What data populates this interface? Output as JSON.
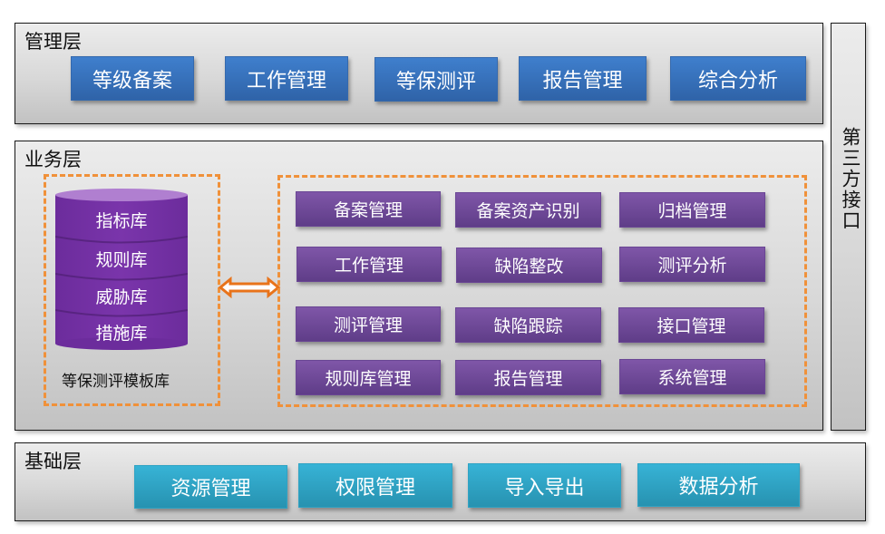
{
  "management_layer": {
    "title": "管理层",
    "buttons": [
      "等级备案",
      "工作管理",
      "等保测评",
      "报告管理",
      "综合分析"
    ]
  },
  "business_layer": {
    "title": "业务层",
    "template_library": {
      "caption": "等保测评模板库",
      "databases": [
        "指标库",
        "规则库",
        "威胁库",
        "措施库"
      ]
    },
    "modules": [
      [
        "备案管理",
        "备案资产识别",
        "归档管理"
      ],
      [
        "工作管理",
        "缺陷整改",
        "测评分析"
      ],
      [
        "测评管理",
        "缺陷跟踪",
        "接口管理"
      ],
      [
        "规则库管理",
        "报告管理",
        "系统管理"
      ]
    ]
  },
  "foundation_layer": {
    "title": "基础层",
    "buttons": [
      "资源管理",
      "权限管理",
      "导入导出",
      "数据分析"
    ]
  },
  "third_party": {
    "title": "第三方接口"
  },
  "colors": {
    "management_blue": "#3a74c0",
    "business_purple": "#7a4fa3",
    "database_purple": "#7733a8",
    "foundation_teal": "#33a9cb",
    "dashed_orange": "#f0913a",
    "arrow_orange": "#e8731a"
  }
}
